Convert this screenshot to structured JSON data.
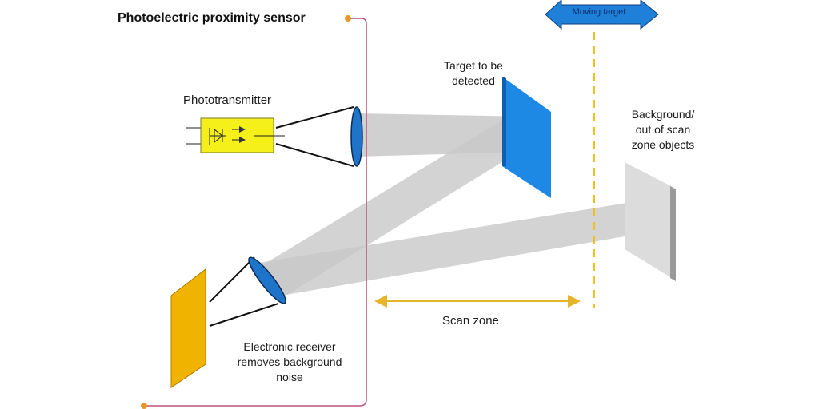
{
  "title": "Photoelectric proximity sensor",
  "labels": {
    "phototransmitter": "Phototransmitter",
    "target": "Target to be\ndetected",
    "background": "Background/\nout of scan\nzone objects",
    "receiver": "Electronic  receiver\nremoves background\nnoise",
    "scan_zone": "Scan zone",
    "moving_target": "Moving target"
  },
  "colors": {
    "housing_border": "#c0527d",
    "housing_dot": "#e8952a",
    "transmitter_box": "#f5ef1a",
    "lens": "#1d74c9",
    "target_plate": "#1e88e5",
    "receiver_plate": "#f0b400",
    "beam": "#c8c8c8",
    "background_plate": "#d8d8d8",
    "scan_line": "#f0c020",
    "moving_arrow": "#1e80d8"
  }
}
